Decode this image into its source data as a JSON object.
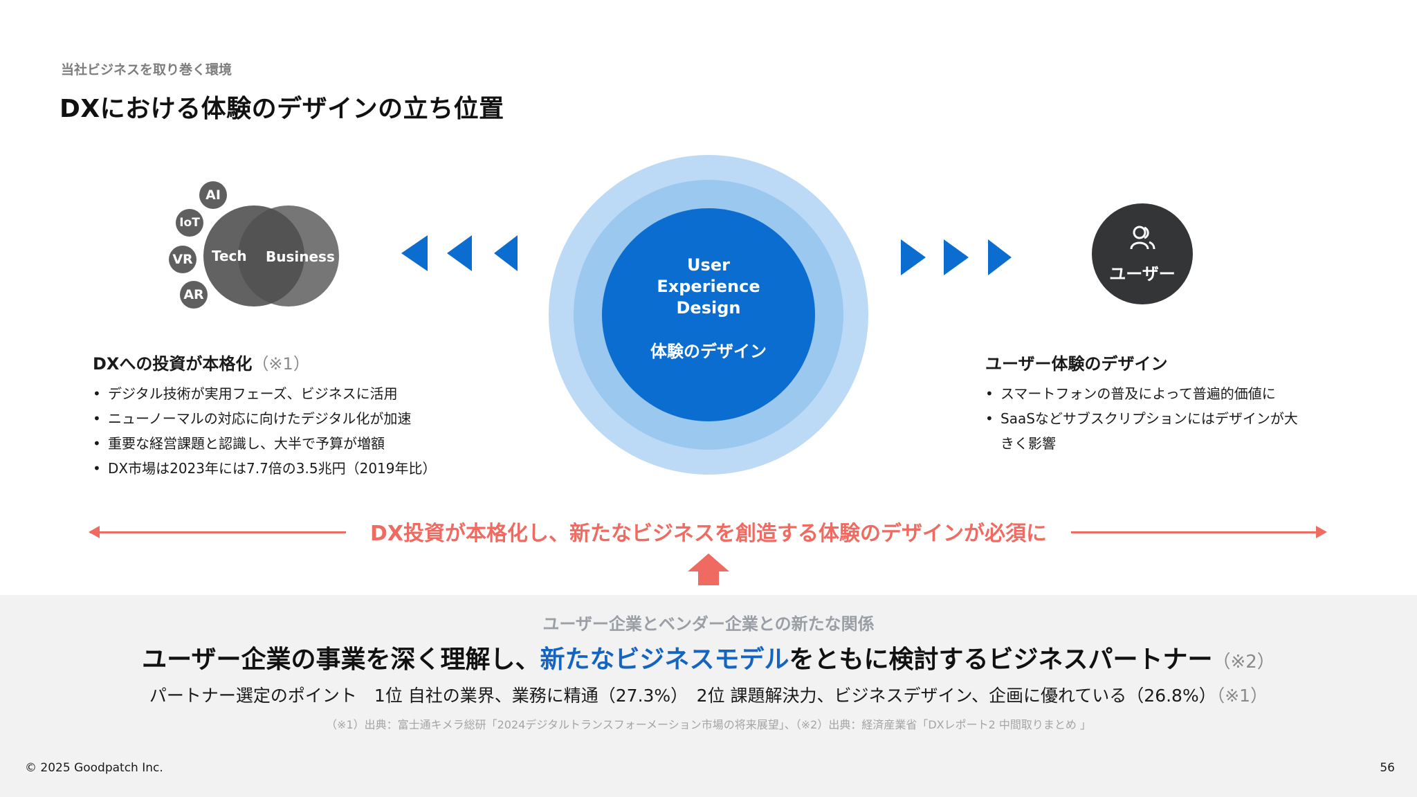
{
  "header": {
    "subtitle": "当社ビジネスを取り巻く環境",
    "title": "DXにおける体験のデザインの立ち位置"
  },
  "venn": {
    "tags": [
      "AI",
      "IoT",
      "VR",
      "AR"
    ],
    "left_label": "Tech",
    "right_label": "Business"
  },
  "center": {
    "line1": "User",
    "line2": "Experience",
    "line3": "Design",
    "japanese": "体験のデザイン",
    "colors": {
      "outer": "#bcdaf5",
      "middle": "#9bc8ef",
      "inner": "#0b6dd0"
    }
  },
  "user": {
    "icon": "users-icon",
    "label": "ユーザー"
  },
  "left_block": {
    "title": "DXへの投資が本格化",
    "note": "（※1）",
    "bullets": [
      "デジタル技術が実用フェーズ、ビジネスに活用",
      "ニューノーマルの対応に向けたデジタル化が加速",
      "重要な経営課題と認識し、大半で予算が増額",
      "DX市場は2023年には7.7倍の3.5兆円（2019年比）"
    ]
  },
  "right_block": {
    "title": "ユーザー体験のデザイン",
    "bullets": [
      "スマートフォンの普及によって普遍的価値に",
      "SaaSなどサブスクリプションにはデザインが大きく影響"
    ]
  },
  "banner": {
    "text": "DX投資が本格化し、新たなビジネスを創造する体験のデザインが必須に",
    "color": "#ef6b61"
  },
  "bottom": {
    "subtitle": "ユーザー企業とベンダー企業との新たな関係",
    "main_before": "ユーザー企業の事業を深く理解し、",
    "main_accent": "新たなビジネスモデル",
    "main_after": "をともに検討するビジネスパートナー",
    "main_note": "（※2）",
    "points": "パートナー選定のポイント　1位 自社の業界、業務に精通（27.3%）　2位 課題解決力、ビジネスデザイン、企画に優れている（26.8%）",
    "points_note": "（※1）",
    "source": "（※1）出典：富士通キメラ総研「2024デジタルトランスフォーメーション市場の将来展望」、（※2）出典：経済産業省「DXレポート2 中間取りまとめ 」"
  },
  "footer": {
    "copyright": "© 2025 Goodpatch Inc.",
    "page": "56"
  }
}
